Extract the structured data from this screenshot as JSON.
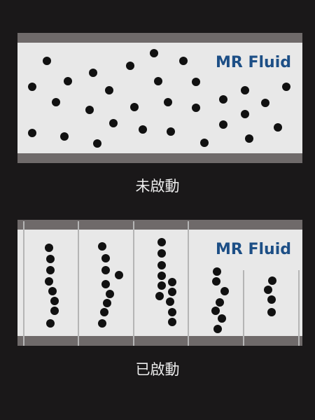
{
  "off_state": {
    "fluid_label": "MR Fluid",
    "caption": "未啟動"
  },
  "on_state": {
    "fluid_label": "MR Fluid",
    "caption": "已啟動"
  },
  "colors": {
    "background": "#1a1819",
    "panel": "#e8e8e8",
    "plate": "#6f6a6a",
    "particle": "#111111",
    "label_blue": "#1d4f86",
    "caption_text": "#ececec"
  }
}
